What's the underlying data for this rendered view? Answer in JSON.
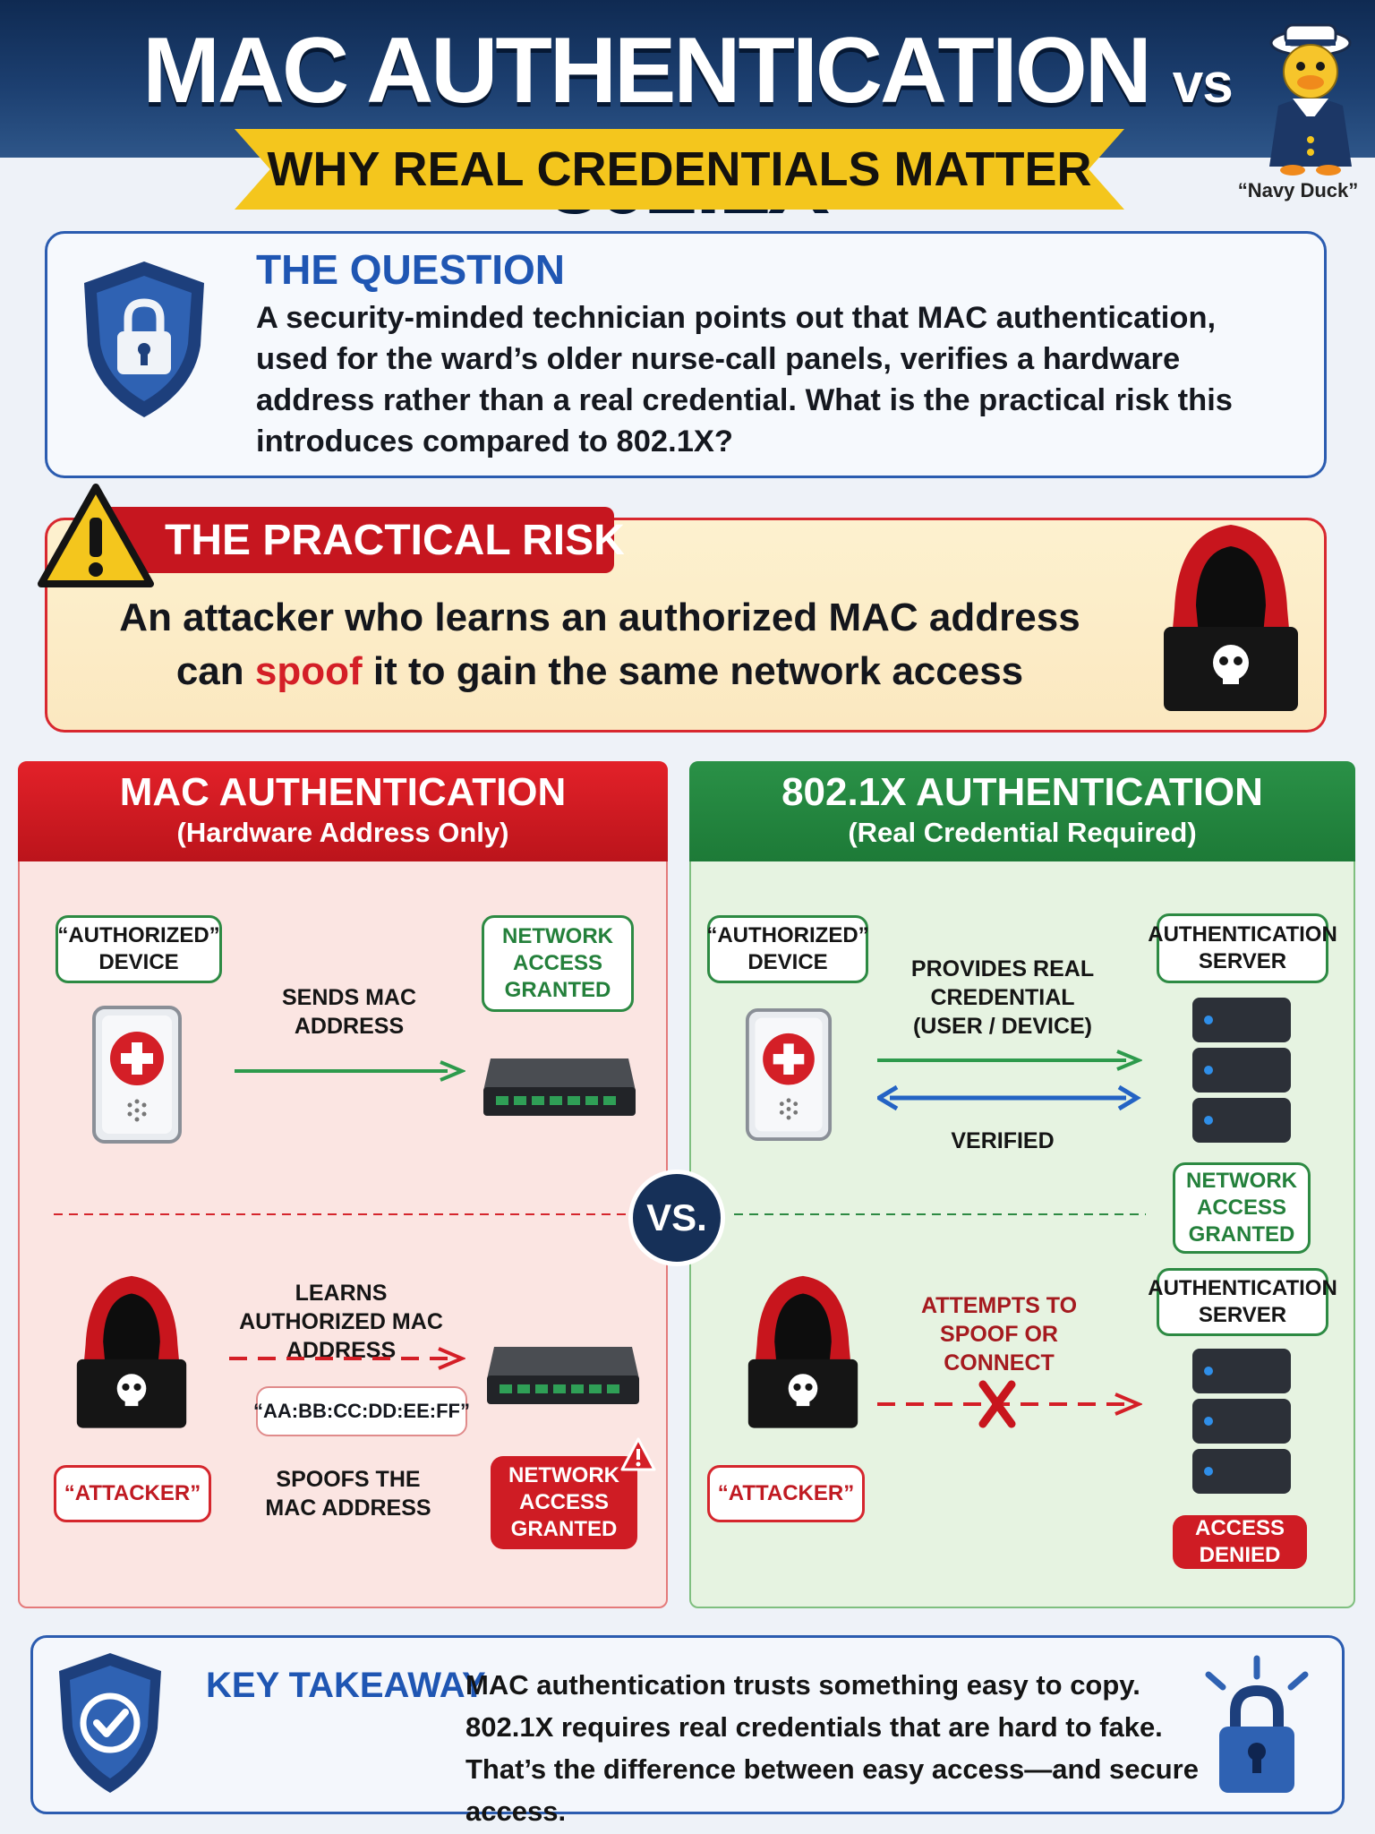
{
  "header": {
    "title_part1": "MAC AUTHENTICATION",
    "title_vs": "vs",
    "title_part2": "802.1X",
    "subtitle": "WHY REAL CREDENTIALS MATTER",
    "mascot_caption": "“Navy Duck”"
  },
  "question": {
    "title": "THE QUESTION",
    "text": "A security-minded technician points out that MAC authentication, used for the ward’s older nurse-call panels, verifies a hardware address rather than a real credential. What is the practical risk this introduces compared to 802.1X?"
  },
  "risk": {
    "title": "THE PRACTICAL RISK",
    "line1": "An attacker who learns an authorized MAC address",
    "line2_before": "can",
    "line2_highlight": "spoof",
    "line2_after": "it to gain the same network access"
  },
  "mac_panel": {
    "title": "MAC AUTHENTICATION",
    "subtitle": "(Hardware Address Only)",
    "device_label": "“AUTHORIZED” DEVICE",
    "sends_label": "SENDS MAC ADDRESS",
    "granted_label_top": "NETWORK ACCESS GRANTED",
    "learns_label": "LEARNS AUTHORIZED MAC ADDRESS",
    "mac_value": "“AA:BB:CC:DD:EE:FF”",
    "spoofs_label": "SPOOFS THE MAC ADDRESS",
    "attacker_label": "“ATTACKER”",
    "granted_label_bottom": "NETWORK ACCESS GRANTED"
  },
  "dot1x_panel": {
    "title": "802.1X AUTHENTICATION",
    "subtitle": "(Real Credential Required)",
    "device_label": "“AUTHORIZED” DEVICE",
    "provides_label": "PROVIDES REAL CREDENTIAL (USER / DEVICE)",
    "verified_label": "VERIFIED",
    "auth_server_label_top": "AUTHENTICATION SERVER",
    "granted_label": "NETWORK ACCESS GRANTED",
    "auth_server_label_bottom": "AUTHENTICATION SERVER",
    "attempts_label": "ATTEMPTS TO SPOOF OR CONNECT",
    "attacker_label": "“ATTACKER”",
    "denied_label": "ACCESS DENIED"
  },
  "vs_badge": "VS.",
  "takeaway": {
    "title": "KEY TAKEAWAY",
    "line1": "MAC authentication trusts something easy to copy.",
    "line2": "802.1X requires real credentials that are hard to fake.",
    "line3": "That’s the difference between easy access—and secure access."
  },
  "colors": {
    "navy": "#163058",
    "brand_blue": "#1f56b3",
    "danger_red": "#d41f27",
    "success_green": "#2a9147",
    "ribbon_yellow": "#f4c61d"
  },
  "icons": [
    "duck-mascot-icon",
    "shield-lock-icon",
    "warning-icon",
    "hacker-icon",
    "nurse-call-panel-icon",
    "network-switch-icon",
    "server-icon",
    "deny-x-icon",
    "shield-check-icon",
    "padlock-icon"
  ]
}
